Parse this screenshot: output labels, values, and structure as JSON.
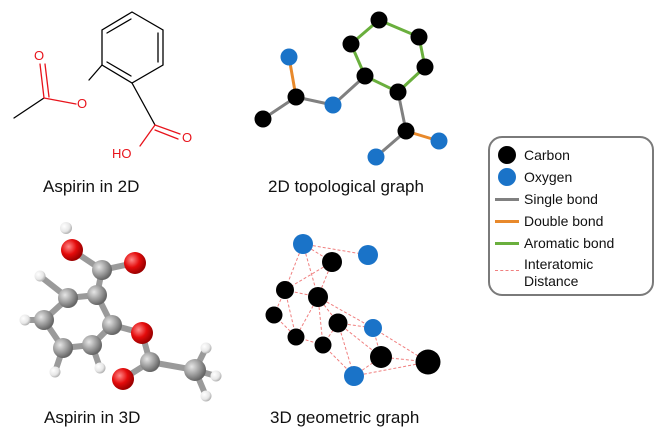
{
  "panels": {
    "aspirin_2d": {
      "caption": "Aspirin in 2D",
      "atom_label_O": "O",
      "atom_label_HO": "HO"
    },
    "topological": {
      "caption": "2D topological graph"
    },
    "aspirin_3d": {
      "caption": "Aspirin in 3D"
    },
    "geometric": {
      "caption": "3D geometric graph"
    }
  },
  "legend": {
    "items": [
      {
        "label": "Carbon",
        "symbol": "dot",
        "color": "#000000"
      },
      {
        "label": "Oxygen",
        "symbol": "dot",
        "color": "#1a73c8"
      },
      {
        "label": "Single bond",
        "symbol": "line",
        "color": "#808080"
      },
      {
        "label": "Double bond",
        "symbol": "line",
        "color": "#e8892b"
      },
      {
        "label": "Aromatic bond",
        "symbol": "line",
        "color": "#6aaf3d"
      },
      {
        "label": "Interatomic Distance",
        "symbol": "dashed",
        "color": "#f08080"
      }
    ]
  },
  "colors": {
    "carbon": "#000000",
    "oxygen": "#1a73c8",
    "single_bond": "#808080",
    "double_bond": "#e8892b",
    "aromatic_bond": "#6aaf3d",
    "distance": "#f08080",
    "structure_oxygen": "#e8141c"
  }
}
